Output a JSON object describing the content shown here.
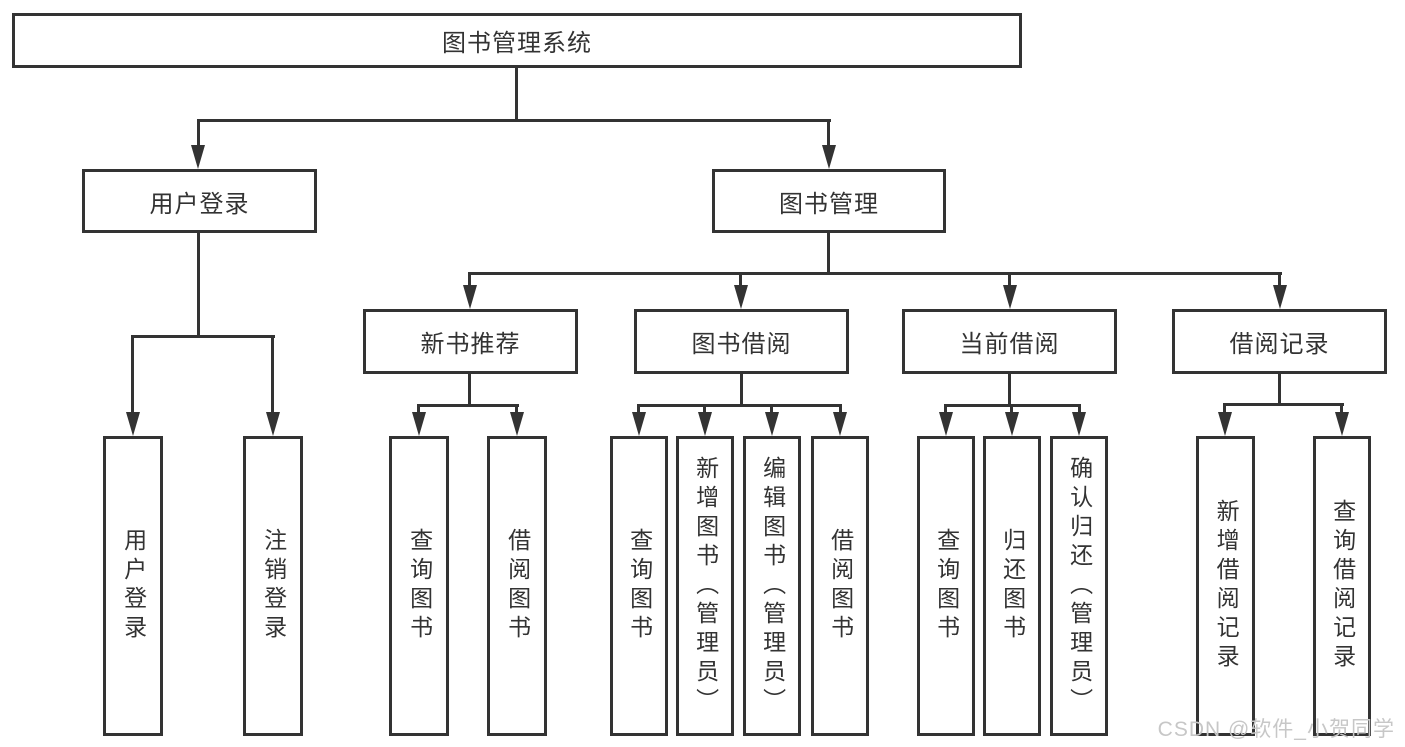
{
  "colors": {
    "line": "#333333",
    "text": "#333333",
    "background": "#ffffff",
    "watermark": "#c7c7c7"
  },
  "watermark": {
    "text": "CSDN @软件_小贺同学"
  },
  "nodes": {
    "root": {
      "label": "图书管理系统"
    },
    "user_login": {
      "label": "用户登录"
    },
    "book_management": {
      "label": "图书管理"
    },
    "new_book_recommend": {
      "label": "新书推荐"
    },
    "book_borrow": {
      "label": "图书借阅"
    },
    "current_borrow": {
      "label": "当前借阅"
    },
    "borrow_record": {
      "label": "借阅记录"
    },
    "leaf_user_login": {
      "label": "用户登录"
    },
    "leaf_logout": {
      "label": "注销登录"
    },
    "leaf_recommend_query_book": {
      "label": "查询图书"
    },
    "leaf_recommend_borrow_book": {
      "label": "借阅图书"
    },
    "leaf_borrow_query_book": {
      "label": "查询图书"
    },
    "leaf_borrow_add_book": {
      "label": "新增图书（管理员）"
    },
    "leaf_borrow_edit_book": {
      "label": "编辑图书（管理员）"
    },
    "leaf_borrow_borrow_book": {
      "label": "借阅图书"
    },
    "leaf_current_query_book": {
      "label": "查询图书"
    },
    "leaf_current_return_book": {
      "label": "归还图书"
    },
    "leaf_current_confirm_return": {
      "label": "确认归还（管理员）"
    },
    "leaf_record_add": {
      "label": "新增借阅记录"
    },
    "leaf_record_query": {
      "label": "查询借阅记录"
    }
  }
}
